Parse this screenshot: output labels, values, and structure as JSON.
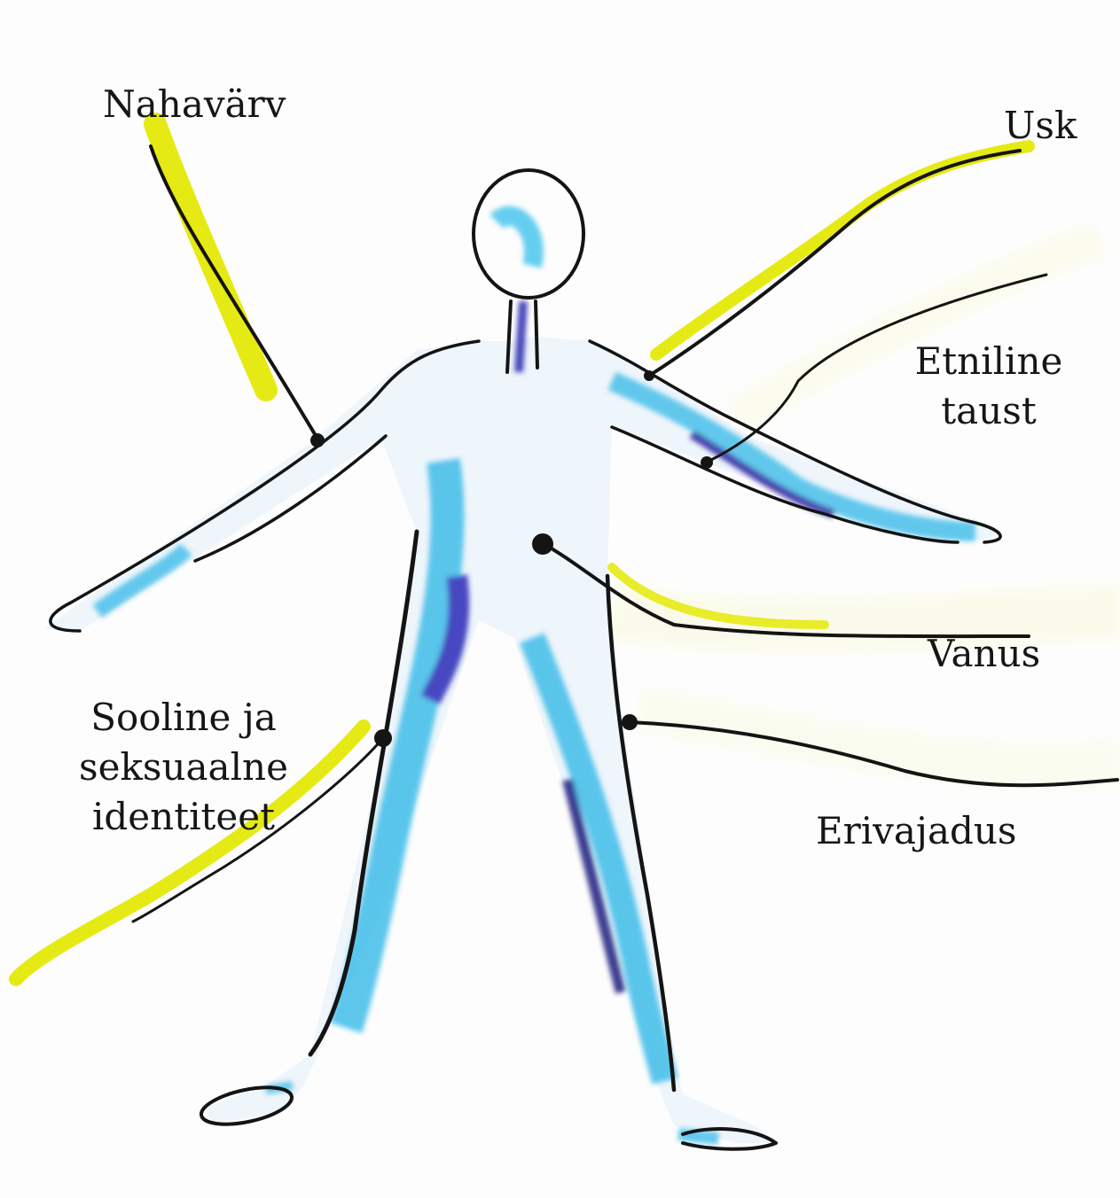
{
  "diagram": {
    "labels": {
      "nahavarv": "Nahavärv",
      "usk": "Usk",
      "etniline": [
        "Etniline",
        "taust"
      ],
      "vanus": "Vanus",
      "sooline": [
        "Sooline ja",
        "seksuaalne",
        "identiteet"
      ],
      "erivajadus": "Erivajadus"
    },
    "colors": {
      "highlight": "#e6ea14",
      "ink": "#141414",
      "body_blue": "#29b4e6",
      "body_dark": "#2a1aa8",
      "paper": "#fdfdfd"
    }
  }
}
